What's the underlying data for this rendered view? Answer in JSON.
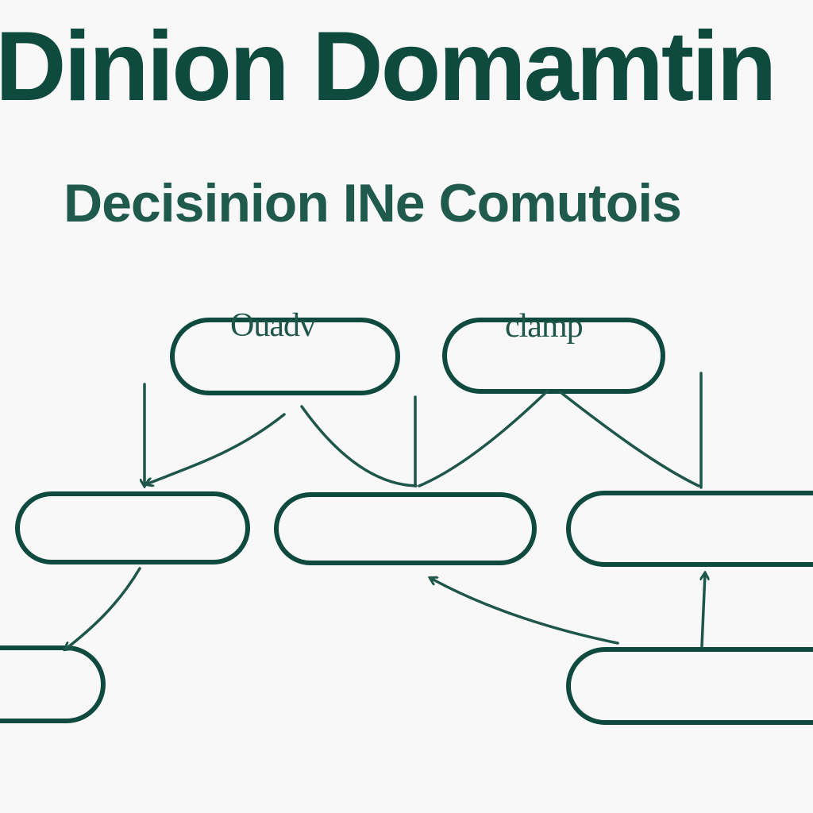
{
  "title": "Dinion Domamtin",
  "subtitle": "Decisinion INe Comutois",
  "nodes": [
    {
      "id": "top-left",
      "label": "Ouadv"
    },
    {
      "id": "top-right",
      "label": "clamp"
    },
    {
      "id": "mid-left",
      "label": ""
    },
    {
      "id": "mid-center",
      "label": ""
    },
    {
      "id": "mid-right",
      "label": ""
    },
    {
      "id": "bottom-left",
      "label": ""
    },
    {
      "id": "bottom-right",
      "label": ""
    }
  ],
  "colors": {
    "ink": "#0e4a3e",
    "background": "#f8f8f8"
  }
}
